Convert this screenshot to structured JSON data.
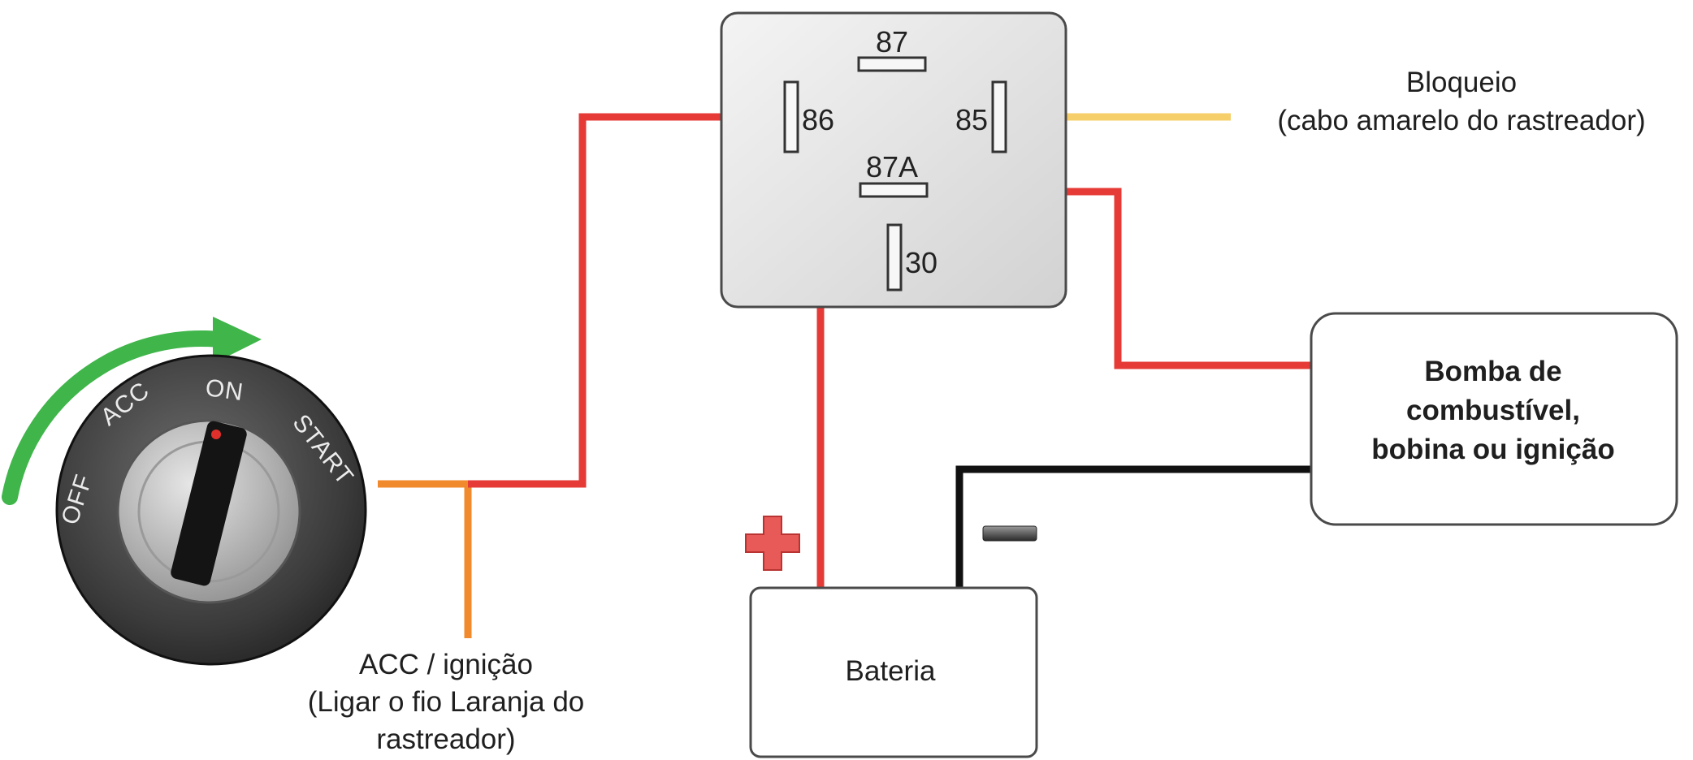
{
  "relay": {
    "pins": {
      "p87": "87",
      "p86": "86",
      "p85": "85",
      "p87a": "87A",
      "p30": "30"
    }
  },
  "blocking_label": {
    "line1": "Bloqueio",
    "line2": "(cabo amarelo do rastreador)"
  },
  "load_box": {
    "line1": "Bomba de",
    "line2": "combustível,",
    "line3": "bobina ou ignição"
  },
  "battery": {
    "label": "Bateria"
  },
  "acc_label": {
    "line1": "ACC / ignição",
    "line2": "(Ligar o fio Laranja do",
    "line3": "rastreador)"
  },
  "ignition_key": {
    "positions": {
      "off": "OFF",
      "acc": "ACC",
      "on": "ON",
      "start": "START"
    }
  },
  "colors": {
    "wire_red": "#e53a35",
    "wire_orange": "#f08a2c",
    "wire_yellow": "#f6cf6a",
    "wire_black": "#111111",
    "arrow_green": "#3fb54a"
  }
}
